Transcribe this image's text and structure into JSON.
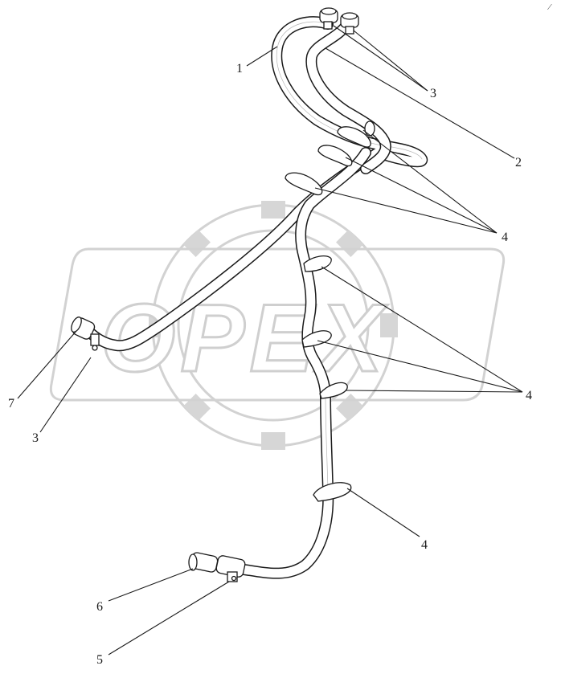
{
  "watermark": {
    "text": "OPEX"
  },
  "corner_mark": "⁄",
  "callouts": [
    {
      "id": "c1",
      "label": "1"
    },
    {
      "id": "c2",
      "label": "2"
    },
    {
      "id": "c3a",
      "label": "3"
    },
    {
      "id": "c3b",
      "label": "3"
    },
    {
      "id": "c4a",
      "label": "4"
    },
    {
      "id": "c4b",
      "label": "4"
    },
    {
      "id": "c4c",
      "label": "4"
    },
    {
      "id": "c5",
      "label": "5"
    },
    {
      "id": "c6",
      "label": "6"
    },
    {
      "id": "c7",
      "label": "7"
    }
  ]
}
